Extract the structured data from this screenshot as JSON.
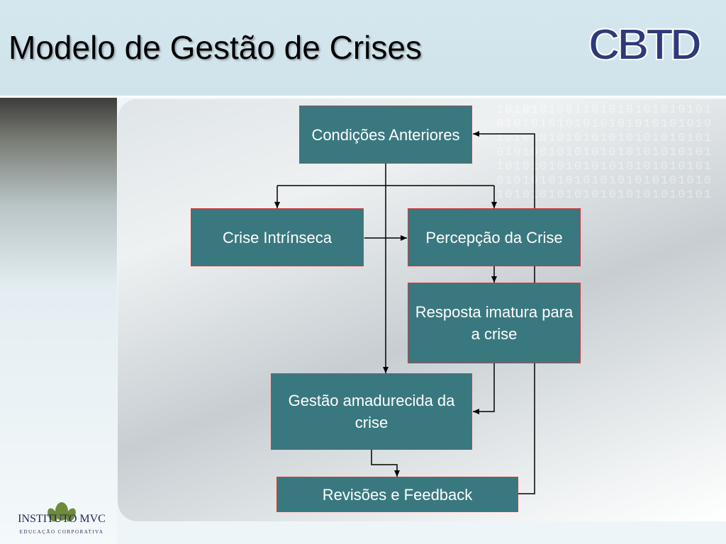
{
  "slide": {
    "title": "Modelo de Gestão de Crises"
  },
  "logos": {
    "top_right": "CBTD",
    "bottom_left_name": "INSTITUTO MVC",
    "bottom_left_tagline": "EDUCAÇÃO CORPORATIVA",
    "brand_color": "#2f3a7a"
  },
  "diagram": {
    "box_color": "#3a7880",
    "border_color": "#d23a3a",
    "nodes": {
      "condicoes": "Condições Anteriores",
      "crise_intrinseca": "Crise Intrínseca",
      "percepcao": "Percepção da Crise",
      "resposta": "Resposta imatura para a crise",
      "gestao": "Gestão amadurecida da crise",
      "revisoes": "Revisões e Feedback"
    }
  }
}
